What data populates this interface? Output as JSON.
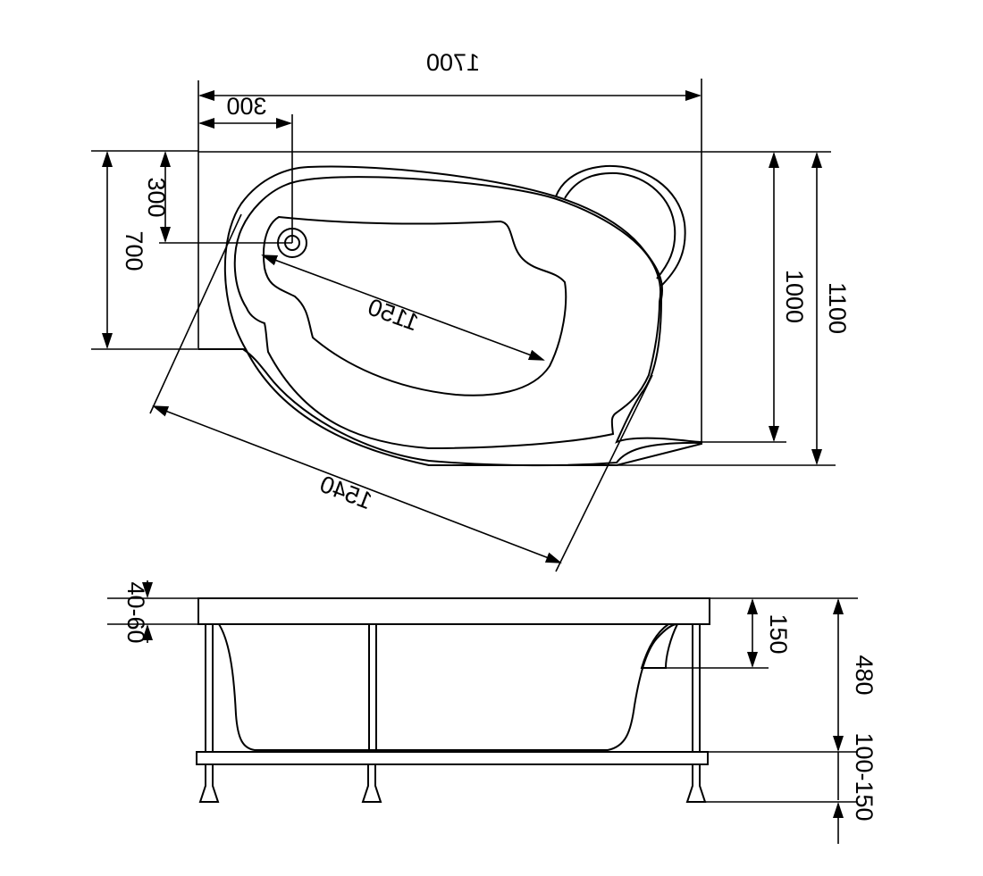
{
  "top_view": {
    "dims": {
      "length": "1700",
      "drain_offset_x": "300",
      "drain_offset_y": "300",
      "side_depth": "700",
      "inner_depth": "1000",
      "total_depth": "1100",
      "inner_diagonal": "1150",
      "outer_diagonal": "1540"
    }
  },
  "side_view": {
    "dims": {
      "rim_thickness": "40-60",
      "seat_height": "150",
      "body_height": "480",
      "leg_height": "100-150"
    }
  },
  "colors": {
    "line": "#000000",
    "background": "#ffffff"
  }
}
